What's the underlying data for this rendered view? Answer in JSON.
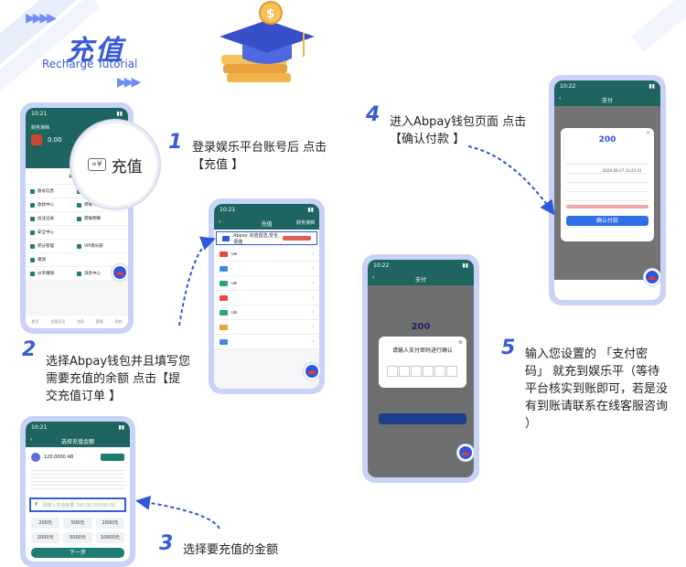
{
  "header": {
    "title": "充值",
    "subtitle": "Recharge Tutorial"
  },
  "steps": [
    {
      "num": "1",
      "text": "登录娱乐平台账号后 点击 【充值 】"
    },
    {
      "num": "2",
      "text": "选择Abpay钱包并且填写您需要充值的余额 点击【提交充值订单 】"
    },
    {
      "num": "3",
      "text": "选择要充值的金额"
    },
    {
      "num": "4",
      "text": "进入Abpay钱包页面 点击【确认付款 】"
    },
    {
      "num": "5",
      "text": "输入您设置的 「支付密码」 就充到娱乐平（等待平台核实到账即可，若是没有到账请联系在线客服咨询 ）"
    }
  ],
  "phone1": {
    "time": "10:21",
    "greeting": "财务滑档",
    "balance": "0.00",
    "recharge": "充值",
    "zoom_label": "充值",
    "menu": [
      [
        "账号信息",
        "存款记录"
      ],
      [
        "收款中心",
        "转账中心"
      ],
      [
        "投注记录",
        "转账明细"
      ],
      [
        "安全中心",
        ""
      ],
      [
        "积分管理",
        "VIP俱乐部"
      ],
      [
        "邀请",
        ""
      ],
      [
        "分享赚钱",
        "消息中心"
      ]
    ],
    "nav": [
      "首页",
      "优惠活动",
      "充值",
      "客服",
      "我的"
    ]
  },
  "phone2": {
    "time": "10:21",
    "title": "充值",
    "right": "财务滑档",
    "abpay": "Abpay 充值首选,安全,便捷",
    "tag": "",
    "rows": [
      "ue",
      "",
      "ue",
      "",
      "ue",
      "",
      ""
    ]
  },
  "phone3": {
    "time": "10:21",
    "title": "选择充值金额",
    "amount": "120.0000 AB",
    "input_placeholder": "请输入充值金额 200.00-50000.00",
    "amounts": [
      "200元",
      "500元",
      "1000元",
      "2000元",
      "5000元",
      "10000元"
    ],
    "next": "下一步"
  },
  "phone4": {
    "time": "10:22",
    "title": "支付",
    "amount": "200",
    "confirm": "确认付款",
    "order_date": "2024-08-27 10:22:41"
  },
  "phone5": {
    "time": "10:22",
    "title": "支付",
    "amount": "200",
    "pin_prompt": "请输入支付密码进行确认"
  }
}
